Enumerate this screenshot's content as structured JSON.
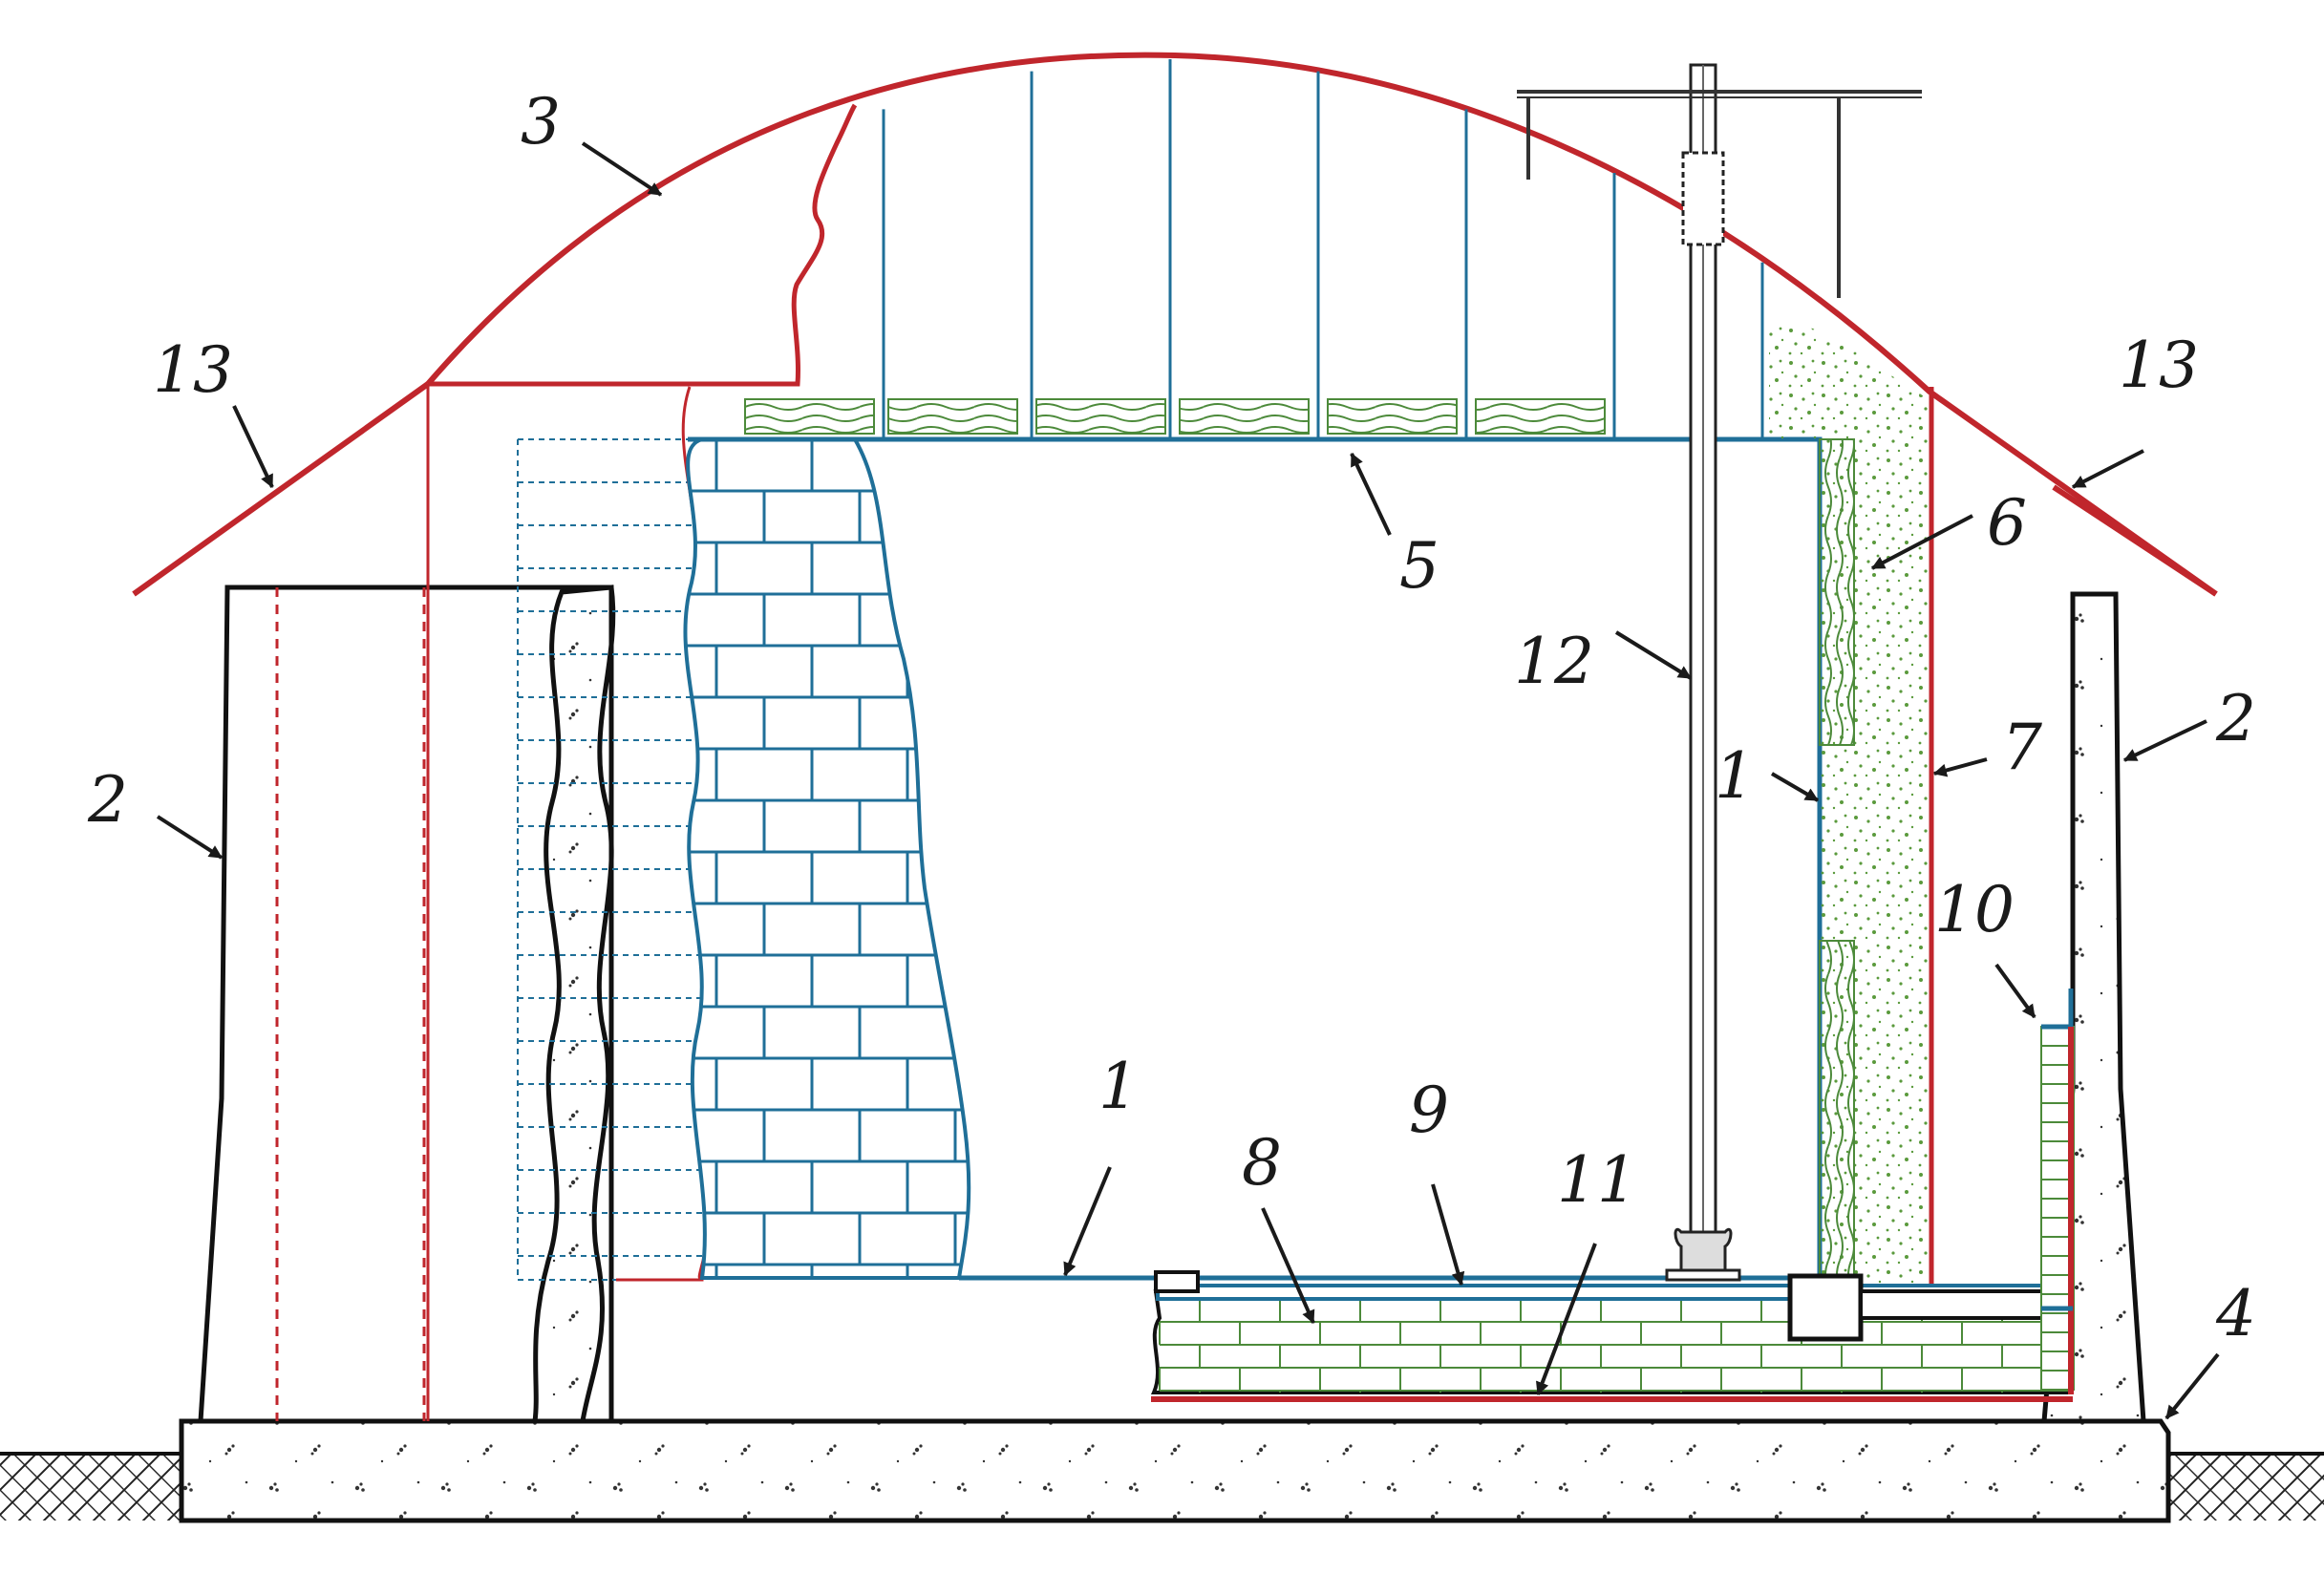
{
  "colors": {
    "steel": "#1f6f98",
    "membrane": "#c0262c",
    "outline": "#111111",
    "insulation": "#4c8a3a",
    "ground": "#222222"
  },
  "callouts": [
    {
      "id": "c1",
      "label": "1"
    },
    {
      "id": "c1b",
      "label": "1"
    },
    {
      "id": "c2",
      "label": "2"
    },
    {
      "id": "c2b",
      "label": "2"
    },
    {
      "id": "c3",
      "label": "3"
    },
    {
      "id": "c4",
      "label": "4"
    },
    {
      "id": "c5",
      "label": "5"
    },
    {
      "id": "c6",
      "label": "6"
    },
    {
      "id": "c7",
      "label": "7"
    },
    {
      "id": "c8",
      "label": "8"
    },
    {
      "id": "c9",
      "label": "9"
    },
    {
      "id": "c10",
      "label": "10"
    },
    {
      "id": "c11",
      "label": "11"
    },
    {
      "id": "c12",
      "label": "12"
    },
    {
      "id": "c13",
      "label": "13"
    },
    {
      "id": "c13b",
      "label": "13"
    }
  ]
}
